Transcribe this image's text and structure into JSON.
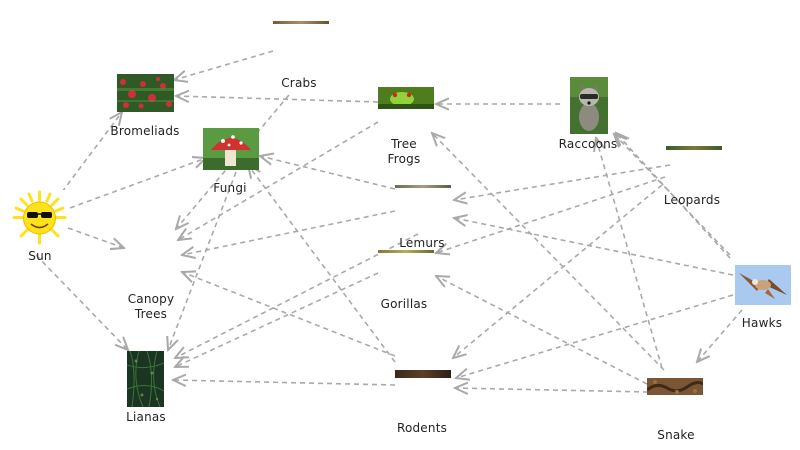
{
  "colors": {
    "arrow": "#a9a9a9",
    "sun_yellow": "#ffe21a",
    "sky_blue": "#a9c9ef",
    "foliage_green": "#3f8a34",
    "dark_green": "#1f3a24",
    "mushroom_red": "#d0322f"
  },
  "organisms": {
    "sun": {
      "label": "Sun",
      "icon": "sun-with-sunglasses"
    },
    "bromeliads": {
      "label": "Bromeliads",
      "icon": "bromeliad-photo"
    },
    "fungi": {
      "label": "Fungi",
      "icon": "mushroom-photo"
    },
    "crabs": {
      "label": "Crabs",
      "icon": "crab-photo-thin"
    },
    "canopy_trees": {
      "label": "Canopy\nTrees"
    },
    "lianas": {
      "label": "Lianas",
      "icon": "liana-photo"
    },
    "tree_frogs": {
      "label": "Tree\nFrogs",
      "icon": "tree-frog-photo"
    },
    "lemurs": {
      "label": "Lemurs",
      "icon": "lemur-photo-thin"
    },
    "gorillas": {
      "label": "Gorillas",
      "icon": "gorilla-photo-thin"
    },
    "rodents": {
      "label": "Rodents",
      "icon": "rodent-photo"
    },
    "raccoons": {
      "label": "Raccoons",
      "icon": "raccoon-photo"
    },
    "leopards": {
      "label": "Leopards",
      "icon": "leopard-photo-thin"
    },
    "hawks": {
      "label": "Hawks",
      "icon": "hawk-photo"
    },
    "snake": {
      "label": "Snake",
      "icon": "snake-photo"
    }
  },
  "energy_flows": [
    {
      "from": "sun",
      "to": "bromeliads"
    },
    {
      "from": "sun",
      "to": "fungi"
    },
    {
      "from": "sun",
      "to": "canopy_trees"
    },
    {
      "from": "sun",
      "to": "lianas"
    },
    {
      "from": "crabs",
      "to": "bromeliads"
    },
    {
      "from": "tree_frogs",
      "to": "bromeliads"
    },
    {
      "from": "raccoons",
      "to": "tree_frogs"
    },
    {
      "from": "tree_frogs",
      "to": "canopy_trees"
    },
    {
      "from": "crabs",
      "to": "canopy_trees"
    },
    {
      "from": "lemurs",
      "to": "fungi"
    },
    {
      "from": "lemurs",
      "to": "canopy_trees"
    },
    {
      "from": "lemurs",
      "to": "lianas"
    },
    {
      "from": "gorillas",
      "to": "lianas"
    },
    {
      "from": "rodents",
      "to": "canopy_trees"
    },
    {
      "from": "rodents",
      "to": "lianas"
    },
    {
      "from": "rodents",
      "to": "fungi"
    },
    {
      "from": "leopards",
      "to": "lemurs"
    },
    {
      "from": "leopards",
      "to": "gorillas"
    },
    {
      "from": "leopards",
      "to": "rodents"
    },
    {
      "from": "leopards",
      "to": "raccoons"
    },
    {
      "from": "hawks",
      "to": "raccoons"
    },
    {
      "from": "hawks",
      "to": "lemurs"
    },
    {
      "from": "hawks",
      "to": "rodents"
    },
    {
      "from": "hawks",
      "to": "snake"
    },
    {
      "from": "snake",
      "to": "tree_frogs"
    },
    {
      "from": "snake",
      "to": "gorillas"
    },
    {
      "from": "snake",
      "to": "rodents"
    },
    {
      "from": "snake",
      "to": "raccoons"
    },
    {
      "from": "fungi",
      "to": "lianas"
    }
  ]
}
